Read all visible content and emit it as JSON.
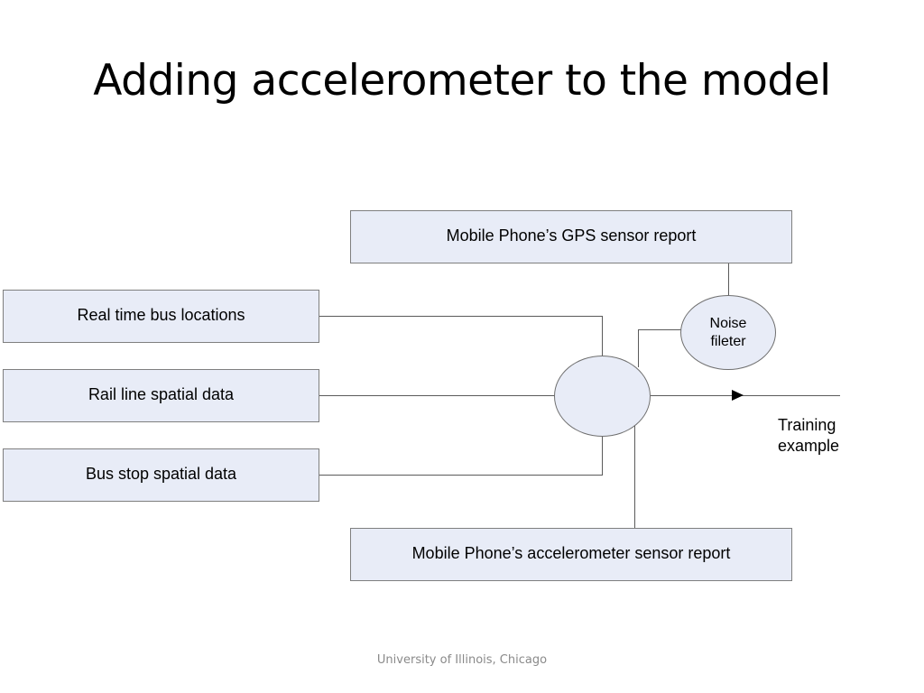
{
  "slide": {
    "title": "Adding accelerometer to the model",
    "footer": "University of Illinois, Chicago"
  },
  "diagram": {
    "nodes": {
      "gps_report": "Mobile Phone’s GPS sensor report",
      "accelerometer_report": "Mobile Phone’s accelerometer sensor report",
      "bus_locations": "Real time bus locations",
      "rail_line": "Rail line spatial data",
      "bus_stop": "Bus stop spatial data",
      "noise_filter": {
        "line1": "Noise",
        "line2": "fileter"
      }
    },
    "output": {
      "line1": "Training",
      "line2": "example"
    },
    "colors": {
      "box_fill": "#e8ecf7",
      "box_border": "#7f7f7f",
      "connector": "#5a5a5a"
    }
  }
}
